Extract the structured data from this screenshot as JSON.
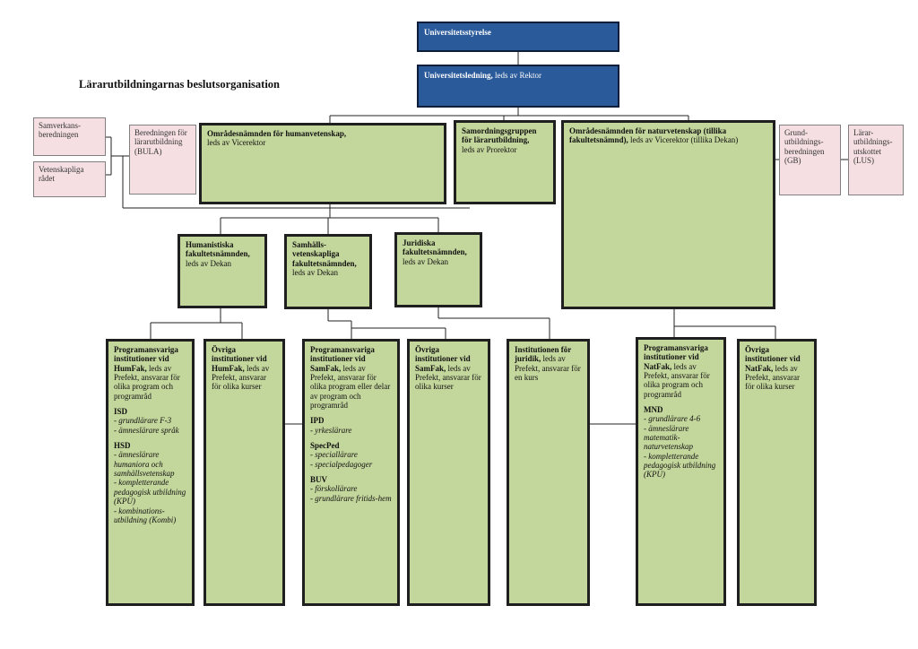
{
  "title": "Lärarutbildningarnas beslutsorganisation",
  "top": {
    "board": "Universitetsstyrelse",
    "leadership_b": "Universitetsledning,",
    "leadership_n": " leds av Rektor"
  },
  "side": {
    "samverkan": "Samverkans-beredningen",
    "vetenskapliga": "Vetenskapliga rådet",
    "bula": "Beredningen för lärarutbildning (BULA)",
    "gb": "Grund-utbildnings-beredningen (GB)",
    "lus": "Lärar-utbildnings-utskottet (LUS)"
  },
  "boards": {
    "hum_b": "Områdesnämnden för humanvetenskap,",
    "hum_n": "leds av Vicerektor",
    "samord_b": "Samordningsgruppen för lärarutbildning,",
    "samord_n": "leds av Prorektor",
    "nat_b": "Områdesnämnden för naturvetenskap (tillika fakultetsnämnd),",
    "nat_n": " leds av Vicerektor (tillika Dekan)"
  },
  "faculties": {
    "humfak_b": "Humanistiska fakultetsnämnden,",
    "humfak_n": "leds av Dekan",
    "samfak_b": "Samhälls-vetenskapliga fakultetsnämnden,",
    "samfak_n": "leds av Dekan",
    "jurfak_b": "Juridiska fakultetsnämnden,",
    "jurfak_n": "leds av Dekan"
  },
  "units": {
    "hum_prog_b": "Programansvariga institutioner vid HumFak,",
    "hum_prog_n": " leds av Prefekt, ansvarar för olika program och programråd",
    "isd": "ISD",
    "isd_1": "- grundlärare F-3",
    "isd_2": "- ämneslärare språk",
    "hsd": "HSD",
    "hsd_1": "- ämneslärare humaniora och samhällsvetenskap",
    "hsd_2": "- kompletterande pedagogisk utbildning (KPU)",
    "hsd_3": "- kombinations-utbildning (Kombi)",
    "hum_ovr_b": "Övriga institutioner vid HumFak,",
    "hum_ovr_n": " leds av Prefekt, ansvarar för olika kurser",
    "sam_prog_b": "Programansvariga institutioner vid SamFak,",
    "sam_prog_n": " leds av Prefekt, ansvarar för olika program eller delar av program och programråd",
    "ipd": "IPD",
    "ipd_1": "- yrkeslärare",
    "specped": "SpecPed",
    "specped_1": "- speciallärare",
    "specped_2": "- specialpedagoger",
    "buv": "BUV",
    "buv_1": "- förskollärare",
    "buv_2": "- grundlärare fritids-hem",
    "sam_ovr_b": "Övriga institutioner vid SamFak,",
    "sam_ovr_n": " leds av Prefekt, ansvarar för olika kurser",
    "jur_b": "Institutionen för juridik,",
    "jur_n": " leds av Prefekt, ansvarar för en kurs",
    "nat_prog_b": "Programansvariga institutioner vid NatFak,",
    "nat_prog_n": " leds av Prefekt, ansvarar för olika program och programråd",
    "mnd": "MND",
    "mnd_1": "- grundlärare 4-6",
    "mnd_2": "- ämneslärare matematik-naturvetenskap",
    "mnd_3": "- kompletterande pedagogisk utbildning (KPU)",
    "nat_ovr_b": "Övriga institutioner vid NatFak,",
    "nat_ovr_n": " leds av Prefekt, ansvarar för olika kurser"
  },
  "colors": {
    "blue_fill": "#2a5a9a",
    "green_fill": "#c3d69b",
    "pink_fill": "#f5dfe3",
    "border": "#1f1f1f"
  }
}
